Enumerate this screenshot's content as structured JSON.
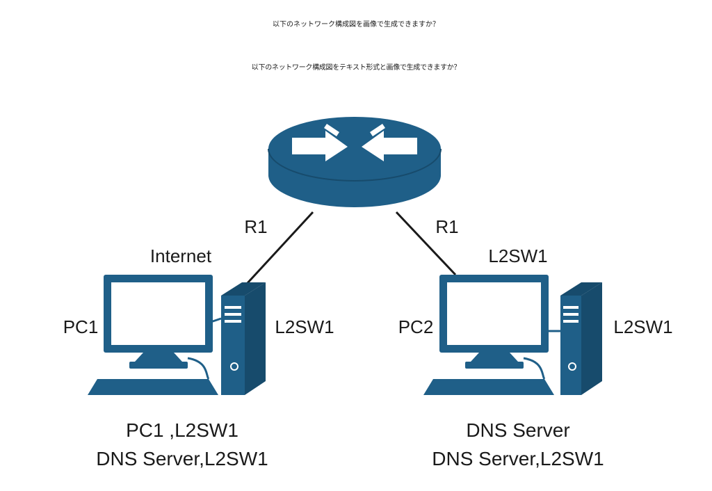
{
  "titles": {
    "line1": "以下のネットワーク構成図を画像で生成できますか？",
    "line2": "以下のネットワーク構成図をテキスト形式と画像で生成できますか？"
  },
  "colors": {
    "device": "#1f5f88",
    "device_dark": "#174b6c",
    "screen": "#ffffff",
    "link": "#1a1a1a"
  },
  "nodes": {
    "router": {
      "icon": "router-icon"
    },
    "left_pc": {
      "monitor_label": "PC1",
      "tower_label": "L2SW1",
      "top_label": "Internet",
      "caption_line1": "PC1 ,L2SW1",
      "caption_line2": "DNS Server,L2SW1"
    },
    "right_pc": {
      "monitor_label": "PC2",
      "tower_label": "L2SW1",
      "top_label": "L2SW1",
      "caption_line1": "DNS Server",
      "caption_line2": "DNS Server,L2SW1"
    }
  },
  "links": [
    {
      "from": "router",
      "to": "left_pc",
      "label": "R1"
    },
    {
      "from": "router",
      "to": "right_pc",
      "label": "R1"
    }
  ]
}
